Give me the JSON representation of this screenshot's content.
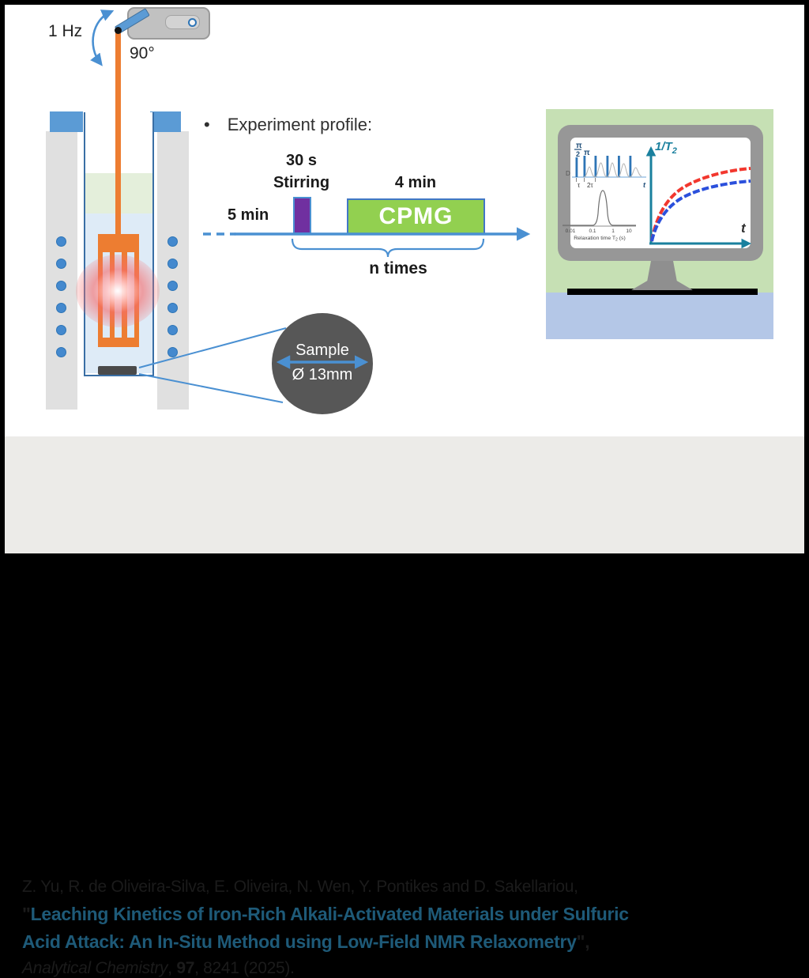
{
  "apparatus": {
    "frequency_label": "1 Hz",
    "angle_label": "90°",
    "sample_label": "Sample",
    "sample_diameter": "Ø 13mm"
  },
  "profile": {
    "bullet": "•",
    "heading": "Experiment profile:",
    "pre_wait": "5 min",
    "stir_duration": "30 s",
    "stir_label": "Stirring",
    "cpmg_duration": "4 min",
    "cpmg_label": "CPMG",
    "repeat_label": "n times"
  },
  "monitor": {
    "pulse": {
      "pulse90_num": "π",
      "pulse90_den": "2",
      "pulse180": "π",
      "delay": "D",
      "tau": "τ",
      "two_tau": "2τ",
      "time_axis": "t"
    },
    "dist": {
      "ticks": [
        "0.01",
        "0.1",
        "1",
        "10"
      ],
      "xlabel_main": "Relaxation time T",
      "xlabel_sub": "2",
      "xlabel_unit": " (s)"
    },
    "rate": {
      "ylabel_main": "1/T",
      "ylabel_sub": "2",
      "xlabel": "t",
      "series": [
        {
          "name": "upper curve",
          "color": "#F2372E"
        },
        {
          "name": "lower curve",
          "color": "#2B50DC"
        }
      ]
    }
  },
  "citation": {
    "authors": "Z. Yu, R. de Oliveira-Silva, E. Oliveira, N. Wen, Y. Pontikes and D. Sakellariou,",
    "open_quote": "\"",
    "title_line1": "Leaching Kinetics of Iron-Rich Alkali-Activated Materials under Sulfuric",
    "title_line2": "Acid Attack: An In-Situ Method using Low-Field NMR Relaxometry",
    "close_quote": "\",",
    "journal": "Analytical Chemistry",
    "comma": ", ",
    "volume": "97",
    "tail": ", 8241 (2025)."
  },
  "colors": {
    "accent_orange": "#ED7D31",
    "accent_blue": "#4A90D2",
    "cpmg_green": "#92D050",
    "stir_purple": "#7030A0",
    "plot_teal": "#1A809E",
    "title_teal": "#1E5A78",
    "monitor_green": "#C6E0B4",
    "desk_blue": "#B4C7E7"
  }
}
